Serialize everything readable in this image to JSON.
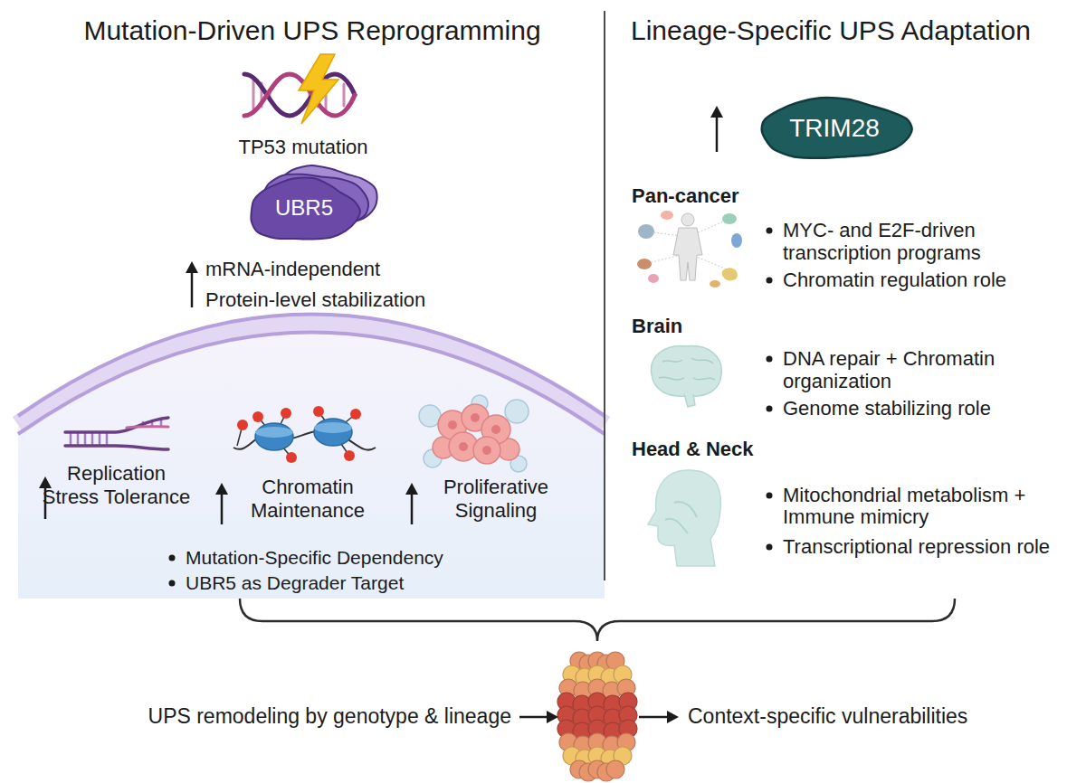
{
  "diagram": {
    "nodes": [
      {
        "text": [
          "UBR5"
        ]
      },
      {
        "text": [
          "Mutation-Specific Dependency",
          "UBR5 as Degrader Target"
        ]
      },
      {
        "text": [
          "TRIM28"
        ]
      }
    ],
    "labels": [
      "Mutation-Driven UPS Reprogramming",
      "TP53 mutation",
      "mRNA-independent Protein-level stabilization",
      "Replication Stress Tolerance",
      "Chromatin Maintenance",
      "Proliferative Signaling",
      "Lineage-Specific UPS Adaptation",
      "Pan-cancer",
      "MYC- and E2F-driven transcription programs",
      "Chromatin regulation role",
      "Brain",
      "DNA repair + Chromatin organization",
      "Genome stabilizing role",
      "Head & Neck",
      "Mitochondrial metabolism + Immune mimicry",
      "Transcriptional repression role",
      "UPS remodeling by genotype & lineage",
      "Context-specific vulnerabilities"
    ]
  }
}
